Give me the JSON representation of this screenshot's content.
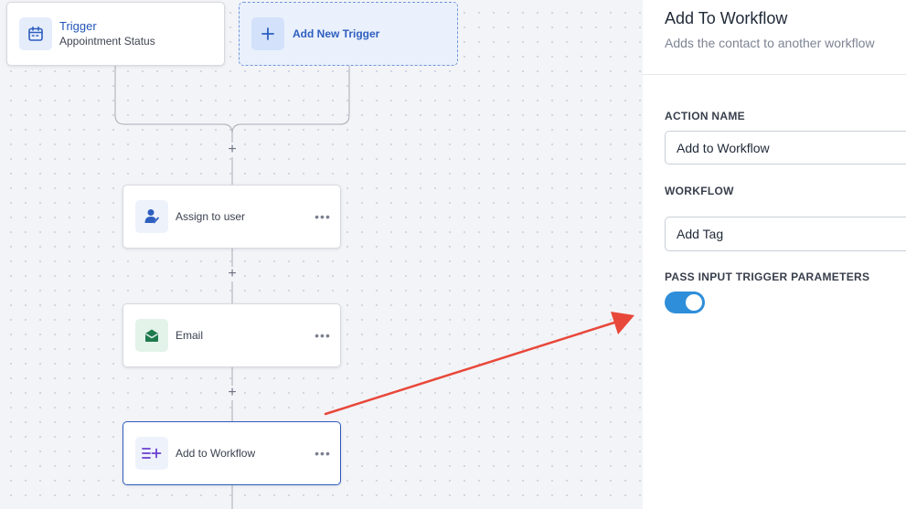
{
  "canvas": {
    "trigger": {
      "title": "Trigger",
      "subtitle": "Appointment Status",
      "icon": "calendar-icon"
    },
    "add_trigger": {
      "label": "Add New Trigger",
      "icon": "plus-icon"
    },
    "plus_symbol": "+",
    "actions": [
      {
        "label": "Assign to user",
        "icon": "user-assign-icon",
        "menu": "•••"
      },
      {
        "label": "Email",
        "icon": "envelope-icon",
        "menu": "•••"
      },
      {
        "label": "Add to Workflow",
        "icon": "workflow-add-icon",
        "menu": "•••"
      }
    ]
  },
  "panel": {
    "title": "Add To Workflow",
    "subtitle": "Adds the contact to another workflow",
    "action_name_label": "ACTION NAME",
    "action_name_value": "Add to Workflow",
    "workflow_label": "WORKFLOW",
    "workflow_value": "Add Tag",
    "pass_params_label": "PASS INPUT TRIGGER PARAMETERS",
    "pass_params_enabled": true
  },
  "colors": {
    "accent": "#2456b8",
    "toggle_on": "#2f8ed9",
    "annotation_arrow": "#e8483a",
    "email_icon": "#1f7a4d",
    "workflow_icon": "#6a3fd0"
  }
}
